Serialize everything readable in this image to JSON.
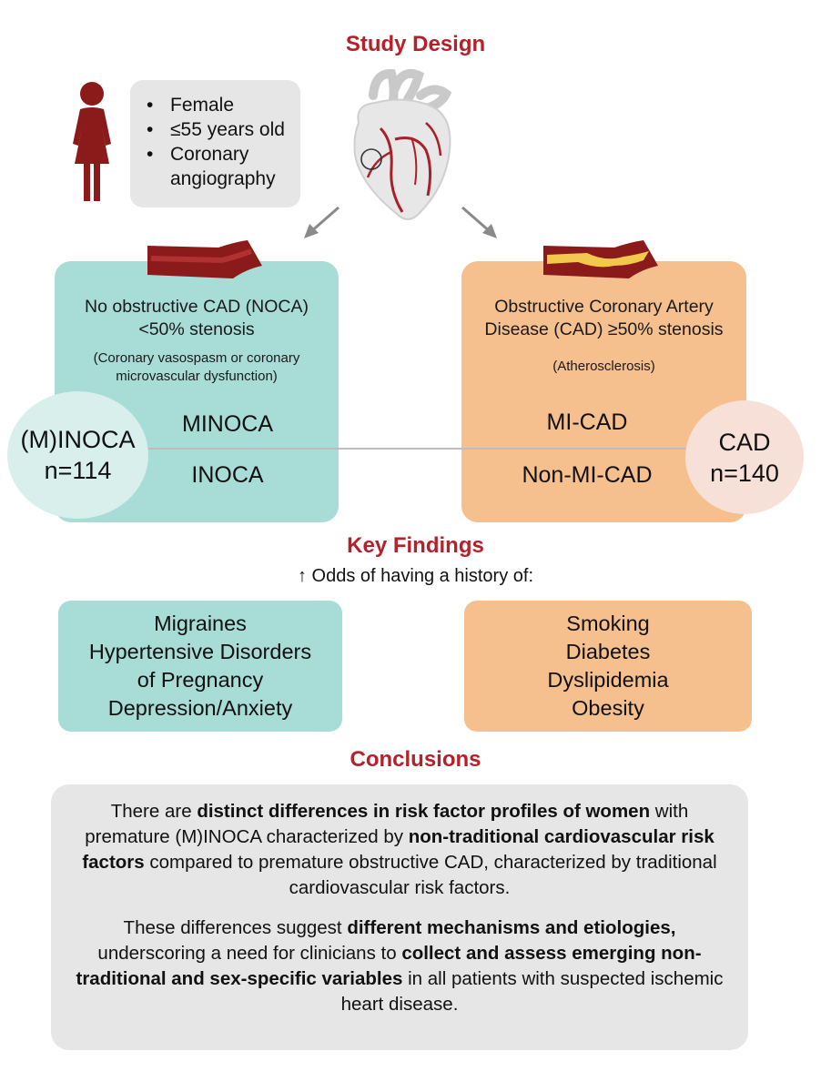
{
  "study_design": {
    "title": "Study Design",
    "criteria": [
      "Female",
      "≤55 years old",
      "Coronary angiography"
    ]
  },
  "noca": {
    "heading_line1": "No obstructive CAD (NOCA)",
    "heading_line2": "<50% stenosis",
    "subtext_line1": "(Coronary vasospasm or coronary",
    "subtext_line2": "microvascular dysfunction)",
    "categories": [
      "MINOCA",
      "INOCA"
    ],
    "circle_label": "(M)INOCA",
    "circle_n": "n=114"
  },
  "cad": {
    "heading_line1": "Obstructive Coronary Artery",
    "heading_line2": "Disease (CAD) ≥50% stenosis",
    "subtext": "(Atherosclerosis)",
    "categories": [
      "MI-CAD",
      "Non-MI-CAD"
    ],
    "circle_label": "CAD",
    "circle_n": "n=140"
  },
  "key_findings": {
    "title": "Key Findings",
    "subtitle": "↑ Odds of having a history of:",
    "left_items": [
      "Migraines",
      "Hypertensive Disorders",
      "of Pregnancy",
      "Depression/Anxiety"
    ],
    "right_items": [
      "Smoking",
      "Diabetes",
      "Dyslipidemia",
      "Obesity"
    ]
  },
  "conclusions": {
    "title": "Conclusions",
    "p1": {
      "a": "There are ",
      "b": "distinct differences in risk factor profiles of women",
      "c": " with premature (M)INOCA characterized by ",
      "d": "non-traditional cardiovascular risk factors",
      "e": " compared to premature obstructive CAD, characterized by traditional cardiovascular risk factors."
    },
    "p2": {
      "a": "These differences suggest ",
      "b": "different mechanisms and etiologies,",
      "c": " underscoring a need for clinicians to ",
      "d": "collect and assess emerging non-traditional and sex-specific variables",
      "e": " in all patients with suspected ischemic heart disease."
    }
  },
  "colors": {
    "title_red": "#b5202b",
    "teal": "#a7dcd7",
    "orange": "#f6bf8e",
    "grey_box": "#e6e6e6",
    "artery_red": "#8b1a1a",
    "plaque_yellow": "#f2c94c"
  },
  "icons": [
    "woman-icon",
    "heart-icon",
    "artery-icon",
    "arrow-down-left-icon",
    "arrow-down-right-icon"
  ]
}
